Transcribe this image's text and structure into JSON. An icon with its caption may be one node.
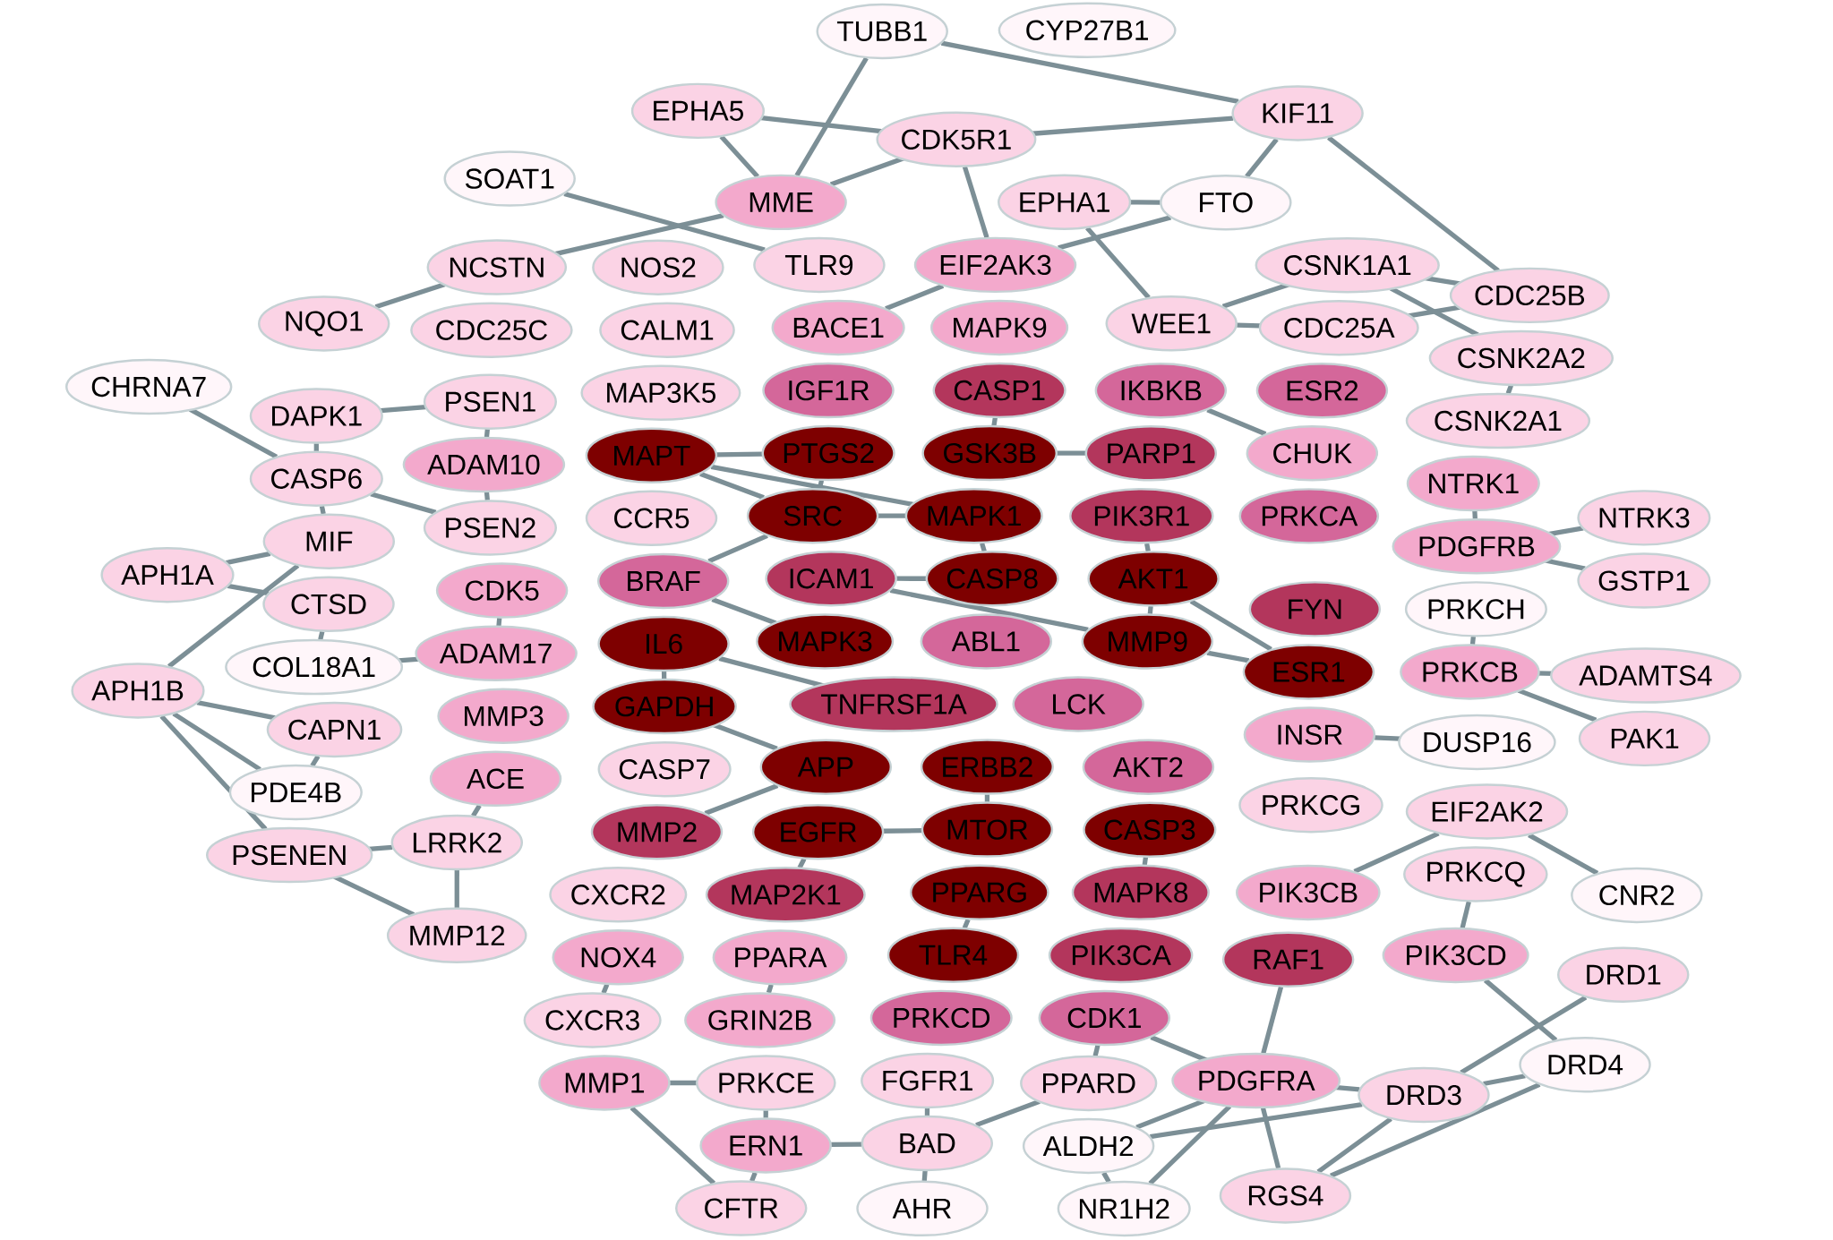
{
  "diagram": {
    "nodes": [
      {
        "text": [
          "TUBB1"
        ]
      },
      {
        "text": [
          "EPHA5"
        ]
      },
      {
        "text": [
          "KIF11"
        ]
      },
      {
        "text": [
          "CYP27B1"
        ]
      },
      {
        "text": [
          "SOAT1"
        ]
      },
      {
        "text": [
          "FTO"
        ]
      },
      {
        "text": [
          "CDK5R1"
        ]
      },
      {
        "text": [
          "EPHA1"
        ]
      },
      {
        "text": [
          "MME"
        ]
      },
      {
        "text": [
          "NCSTN"
        ]
      },
      {
        "text": [
          "CSNK1A1"
        ]
      },
      {
        "text": [
          "CDC25B"
        ]
      },
      {
        "text": [
          "WEE1"
        ]
      },
      {
        "text": [
          "EIF2AK3"
        ]
      },
      {
        "text": [
          "NQO1"
        ]
      },
      {
        "text": [
          "NOS2"
        ]
      },
      {
        "text": [
          "TLR9"
        ]
      },
      {
        "text": [
          "CDC25A"
        ]
      },
      {
        "text": [
          "CSNK2A2"
        ]
      },
      {
        "text": [
          "MAPK9"
        ]
      },
      {
        "text": [
          "BACE1"
        ]
      },
      {
        "text": [
          "CALM1"
        ]
      },
      {
        "text": [
          "CDC25C"
        ]
      },
      {
        "text": [
          "CHRNA7"
        ]
      },
      {
        "text": [
          "DAPK1"
        ]
      },
      {
        "text": [
          "PSEN1"
        ]
      },
      {
        "text": [
          "CASP1"
        ]
      },
      {
        "text": [
          "IKBKB"
        ]
      },
      {
        "text": [
          "ESR2"
        ]
      },
      {
        "text": [
          "IGF1R"
        ]
      },
      {
        "text": [
          "MAP3K5"
        ]
      },
      {
        "text": [
          "ADAM10"
        ]
      },
      {
        "text": [
          "CHUK"
        ]
      },
      {
        "text": [
          "CSNK2A1"
        ]
      },
      {
        "text": [
          "GSK3B"
        ]
      },
      {
        "text": [
          "PARP1"
        ]
      },
      {
        "text": [
          "CASP6"
        ]
      },
      {
        "text": [
          "MAPT"
        ]
      },
      {
        "text": [
          "PTGS2"
        ]
      },
      {
        "text": [
          "NTRK1"
        ]
      },
      {
        "text": [
          "PIK3R1"
        ]
      },
      {
        "text": [
          "PRKCA"
        ]
      },
      {
        "text": [
          "PSEN2"
        ]
      },
      {
        "text": [
          "NTRK3"
        ]
      },
      {
        "text": [
          "MIF"
        ]
      },
      {
        "text": [
          "SRC"
        ]
      },
      {
        "text": [
          "MAPK1"
        ]
      },
      {
        "text": [
          "CCR5"
        ]
      },
      {
        "text": [
          "AKT1"
        ]
      },
      {
        "text": [
          "PDGFRB"
        ]
      },
      {
        "text": [
          "APH1A"
        ]
      },
      {
        "text": [
          "GSTP1"
        ]
      },
      {
        "text": [
          "CASP8"
        ]
      },
      {
        "text": [
          "FYN"
        ]
      },
      {
        "text": [
          "BRAF"
        ]
      },
      {
        "text": [
          "CDK5"
        ]
      },
      {
        "text": [
          "ICAM1"
        ]
      },
      {
        "text": [
          "PRKCH"
        ]
      },
      {
        "text": [
          "CTSD"
        ]
      },
      {
        "text": [
          "MMP9"
        ]
      },
      {
        "text": [
          "ADAM17"
        ]
      },
      {
        "text": [
          "IL6"
        ]
      },
      {
        "text": [
          "MAPK3"
        ]
      },
      {
        "text": [
          "ABL1"
        ]
      },
      {
        "text": [
          "ESR1"
        ]
      },
      {
        "text": [
          "COL18A1"
        ]
      },
      {
        "text": [
          "PRKCB"
        ]
      },
      {
        "text": [
          "ADAMTS4"
        ]
      },
      {
        "text": [
          "APH1B"
        ]
      },
      {
        "text": [
          "GAPDH"
        ]
      },
      {
        "text": [
          "TNFRSF1A"
        ]
      },
      {
        "text": [
          "LCK"
        ]
      },
      {
        "text": [
          "MMP3"
        ]
      },
      {
        "text": [
          "CAPN1"
        ]
      },
      {
        "text": [
          "INSR"
        ]
      },
      {
        "text": [
          "PAK1"
        ]
      },
      {
        "text": [
          "AKT2"
        ]
      },
      {
        "text": [
          "DUSP16"
        ]
      },
      {
        "text": [
          "APP"
        ]
      },
      {
        "text": [
          "ERBB2"
        ]
      },
      {
        "text": [
          "CASP7"
        ]
      },
      {
        "text": [
          "ACE"
        ]
      },
      {
        "text": [
          "PDE4B"
        ]
      },
      {
        "text": [
          "MTOR"
        ]
      },
      {
        "text": [
          "MMP2"
        ]
      },
      {
        "text": [
          "CASP3"
        ]
      },
      {
        "text": [
          "PRKCG"
        ]
      },
      {
        "text": [
          "EGFR"
        ]
      },
      {
        "text": [
          "EIF2AK2"
        ]
      },
      {
        "text": [
          "PSENEN"
        ]
      },
      {
        "text": [
          "LRRK2"
        ]
      },
      {
        "text": [
          "CXCR2"
        ]
      },
      {
        "text": [
          "PPARG"
        ]
      },
      {
        "text": [
          "MAP2K1"
        ]
      },
      {
        "text": [
          "MAPK8"
        ]
      },
      {
        "text": [
          "PIK3CB"
        ]
      },
      {
        "text": [
          "PRKCQ"
        ]
      },
      {
        "text": [
          "CNR2"
        ]
      },
      {
        "text": [
          "TLR4"
        ]
      },
      {
        "text": [
          "NOX4"
        ]
      },
      {
        "text": [
          "PIK3CD"
        ]
      },
      {
        "text": [
          "MMP12"
        ]
      },
      {
        "text": [
          "PIK3CA"
        ]
      },
      {
        "text": [
          "RAF1"
        ]
      },
      {
        "text": [
          "PPARA"
        ]
      },
      {
        "text": [
          "PRKCD"
        ]
      },
      {
        "text": [
          "DRD1"
        ]
      },
      {
        "text": [
          "CXCR3"
        ]
      },
      {
        "text": [
          "GRIN2B"
        ]
      },
      {
        "text": [
          "FGFR1"
        ]
      },
      {
        "text": [
          "CDK1"
        ]
      },
      {
        "text": [
          "MMP1"
        ]
      },
      {
        "text": [
          "PRKCE"
        ]
      },
      {
        "text": [
          "PDGFRA"
        ]
      },
      {
        "text": [
          "DRD4"
        ]
      },
      {
        "text": [
          "BAD"
        ]
      },
      {
        "text": [
          "PPARD"
        ]
      },
      {
        "text": [
          "DRD3"
        ]
      },
      {
        "text": [
          "ERN1"
        ]
      },
      {
        "text": [
          "ALDH2"
        ]
      },
      {
        "text": [
          "RGS4"
        ]
      },
      {
        "text": [
          "CFTR"
        ]
      },
      {
        "text": [
          "AHR"
        ]
      },
      {
        "text": [
          "NR1H2"
        ]
      }
    ],
    "edges": [
      {
        "from": 0,
        "to": 2,
        "arrow": "none"
      },
      {
        "from": 0,
        "to": 8,
        "arrow": "none"
      },
      {
        "from": 1,
        "to": 8,
        "arrow": "none"
      },
      {
        "from": 1,
        "to": 6,
        "arrow": "none"
      },
      {
        "from": 4,
        "to": 16,
        "arrow": "none"
      },
      {
        "from": 2,
        "to": 6,
        "arrow": "none"
      },
      {
        "from": 2,
        "to": 5,
        "arrow": "none"
      },
      {
        "from": 2,
        "to": 11,
        "arrow": "none"
      },
      {
        "from": 23,
        "to": 36,
        "arrow": "none"
      },
      {
        "from": 68,
        "to": 44,
        "arrow": "none"
      },
      {
        "from": 68,
        "to": 89,
        "arrow": "none"
      },
      {
        "from": 68,
        "to": 73,
        "arrow": "none"
      },
      {
        "from": 82,
        "to": 73,
        "arrow": "none"
      },
      {
        "from": 82,
        "to": 68,
        "arrow": "none"
      },
      {
        "from": 97,
        "to": 88,
        "arrow": "none"
      },
      {
        "from": 114,
        "to": 117,
        "arrow": "none"
      },
      {
        "from": 114,
        "to": 120,
        "arrow": "none"
      },
      {
        "from": 114,
        "to": 100,
        "arrow": "none"
      },
      {
        "from": 106,
        "to": 117,
        "arrow": "none"
      },
      {
        "from": 121,
        "to": 111,
        "arrow": "none"
      },
      {
        "from": 121,
        "to": 118,
        "arrow": "none"
      },
      {
        "from": 122,
        "to": 115,
        "arrow": "none"
      },
      {
        "from": 123,
        "to": 119,
        "arrow": "none"
      },
      {
        "from": 123,
        "to": 113,
        "arrow": "none"
      },
      {
        "from": 120,
        "to": 113,
        "arrow": "none"
      },
      {
        "from": 119,
        "to": 117,
        "arrow": "none"
      },
      {
        "from": 101,
        "to": 89,
        "arrow": "none"
      },
      {
        "from": 101,
        "to": 90,
        "arrow": "none"
      },
      {
        "from": 9,
        "to": 8,
        "arrow": "none"
      },
      {
        "from": 9,
        "to": 14,
        "arrow": "none"
      },
      {
        "from": 5,
        "to": 7,
        "arrow": "none"
      },
      {
        "from": 5,
        "to": 13,
        "arrow": "none"
      },
      {
        "from": 11,
        "to": 17,
        "arrow": "none"
      },
      {
        "from": 11,
        "to": 10,
        "arrow": "none"
      },
      {
        "from": 18,
        "to": 10,
        "arrow": "none"
      },
      {
        "from": 33,
        "to": 18,
        "arrow": "none"
      },
      {
        "from": 43,
        "to": 49,
        "arrow": "none"
      },
      {
        "from": 51,
        "to": 49,
        "arrow": "none"
      },
      {
        "from": 57,
        "to": 66,
        "arrow": "none"
      },
      {
        "from": 67,
        "to": 66,
        "arrow": "none"
      },
      {
        "from": 75,
        "to": 66,
        "arrow": "none"
      },
      {
        "from": 77,
        "to": 74,
        "arrow": "none"
      },
      {
        "from": 96,
        "to": 100,
        "arrow": "none"
      },
      {
        "from": 88,
        "to": 95,
        "arrow": "none"
      },
      {
        "from": 6,
        "to": 8,
        "arrow": "none"
      },
      {
        "from": 6,
        "to": 13,
        "arrow": "none"
      },
      {
        "from": 7,
        "to": 12,
        "arrow": "none"
      },
      {
        "from": 13,
        "to": 20,
        "arrow": "none"
      },
      {
        "from": 10,
        "to": 12,
        "arrow": "none"
      },
      {
        "from": 24,
        "to": 36,
        "arrow": "none"
      },
      {
        "from": 24,
        "to": 25,
        "arrow": "none"
      },
      {
        "from": 50,
        "to": 44,
        "arrow": "none"
      },
      {
        "from": 50,
        "to": 58,
        "arrow": "none"
      },
      {
        "from": 65,
        "to": 58,
        "arrow": "none"
      },
      {
        "from": 65,
        "to": 60,
        "arrow": "none"
      },
      {
        "from": 42,
        "to": 36,
        "arrow": "none"
      },
      {
        "from": 44,
        "to": 36,
        "arrow": "none"
      },
      {
        "from": 31,
        "to": 25,
        "arrow": "none"
      },
      {
        "from": 31,
        "to": 42,
        "arrow": "none"
      },
      {
        "from": 89,
        "to": 90,
        "arrow": "none"
      },
      {
        "from": 115,
        "to": 116,
        "arrow": "none"
      },
      {
        "from": 115,
        "to": 109,
        "arrow": "none"
      },
      {
        "from": 116,
        "to": 110,
        "arrow": "none"
      },
      {
        "from": 117,
        "to": 113,
        "arrow": "none"
      },
      {
        "from": 117,
        "to": 120,
        "arrow": "none"
      },
      {
        "from": 119,
        "to": 113,
        "arrow": "none"
      },
      {
        "from": 113,
        "to": 103,
        "arrow": "none"
      },
      {
        "from": 113,
        "to": 110,
        "arrow": "none"
      },
      {
        "from": 111,
        "to": 112,
        "arrow": "none"
      },
      {
        "from": 118,
        "to": 112,
        "arrow": "none"
      },
      {
        "from": 118,
        "to": 115,
        "arrow": "none"
      },
      {
        "from": 108,
        "to": 104,
        "arrow": "none"
      },
      {
        "from": 107,
        "to": 99,
        "arrow": "none"
      },
      {
        "from": 90,
        "to": 81,
        "arrow": "none"
      },
      {
        "from": 37,
        "to": 38,
        "arrow": "none"
      },
      {
        "from": 37,
        "to": 45,
        "arrow": "none"
      },
      {
        "from": 37,
        "to": 46,
        "arrow": "none"
      },
      {
        "from": 38,
        "to": 45,
        "arrow": "none"
      },
      {
        "from": 34,
        "to": 35,
        "arrow": "none"
      },
      {
        "from": 34,
        "to": 26,
        "arrow": "none"
      },
      {
        "from": 45,
        "to": 46,
        "arrow": "none"
      },
      {
        "from": 45,
        "to": 54,
        "arrow": "none"
      },
      {
        "from": 46,
        "to": 52,
        "arrow": "none"
      },
      {
        "from": 48,
        "to": 40,
        "arrow": "none"
      },
      {
        "from": 48,
        "to": 59,
        "arrow": "none"
      },
      {
        "from": 48,
        "to": 64,
        "arrow": "none"
      },
      {
        "from": 52,
        "to": 56,
        "arrow": "none"
      },
      {
        "from": 61,
        "to": 69,
        "arrow": "none"
      },
      {
        "from": 61,
        "to": 70,
        "arrow": "none"
      },
      {
        "from": 62,
        "to": 54,
        "arrow": "none"
      },
      {
        "from": 59,
        "to": 64,
        "arrow": "none"
      },
      {
        "from": 59,
        "to": 56,
        "arrow": "none"
      },
      {
        "from": 69,
        "to": 78,
        "arrow": "none"
      },
      {
        "from": 78,
        "to": 84,
        "arrow": "none"
      },
      {
        "from": 79,
        "to": 83,
        "arrow": "none"
      },
      {
        "from": 83,
        "to": 87,
        "arrow": "none"
      },
      {
        "from": 85,
        "to": 94,
        "arrow": "none"
      },
      {
        "from": 87,
        "to": 93,
        "arrow": "none"
      },
      {
        "from": 92,
        "to": 98,
        "arrow": "none"
      },
      {
        "from": 39,
        "to": 49,
        "arrow": "none"
      },
      {
        "from": 55,
        "to": 60,
        "arrow": "none"
      },
      {
        "from": 32,
        "to": 27,
        "arrow": "none"
      },
      {
        "from": 12,
        "to": 17,
        "arrow": "none"
      }
    ]
  }
}
